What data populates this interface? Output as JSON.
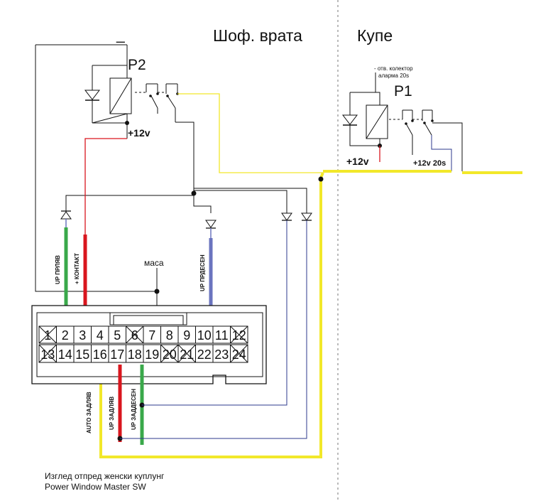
{
  "titles": {
    "door": "Шоф. врата",
    "cabin": "Купе"
  },
  "relay_p2": {
    "name": "P2",
    "supply": "+12v",
    "minus": "_"
  },
  "relay_p1": {
    "name": "P1",
    "note_line1": "- отв. колектор",
    "note_line2": "аларма 20s",
    "supply": "+12v",
    "supply_20s": "+12v 20s"
  },
  "ground_label": "маса",
  "wire_labels": {
    "up_front_left": "UP ПРЛЯВ",
    "contact": "+ КОНТАКТ",
    "up_front_right": "UP ПРДЕСЕН",
    "auto_rear_left": "AUTO ЗАДЛЯВ",
    "up_rear_left": "UP ЗАДЛЯВ",
    "up_rear_right": "UP ЗАДДЕСЕН"
  },
  "connector": {
    "top_row": [
      "1",
      "2",
      "3",
      "4",
      "5",
      "6",
      "7",
      "8",
      "9",
      "10",
      "11",
      "12"
    ],
    "bottom_row": [
      "13",
      "14",
      "15",
      "16",
      "17",
      "18",
      "19",
      "20",
      "21",
      "22",
      "23",
      "24"
    ],
    "crossed_pins": [
      "1",
      "6",
      "12",
      "13",
      "20",
      "21",
      "24"
    ]
  },
  "caption": {
    "line1": "Изглед отпред женски куплунг",
    "line2": "Power Window Master SW"
  },
  "colors": {
    "yellow": "#f2e82a",
    "red": "#d9161e",
    "green": "#39a84a",
    "blue": "#6b74bf",
    "navy": "#2e3a8c",
    "black": "#111111"
  }
}
